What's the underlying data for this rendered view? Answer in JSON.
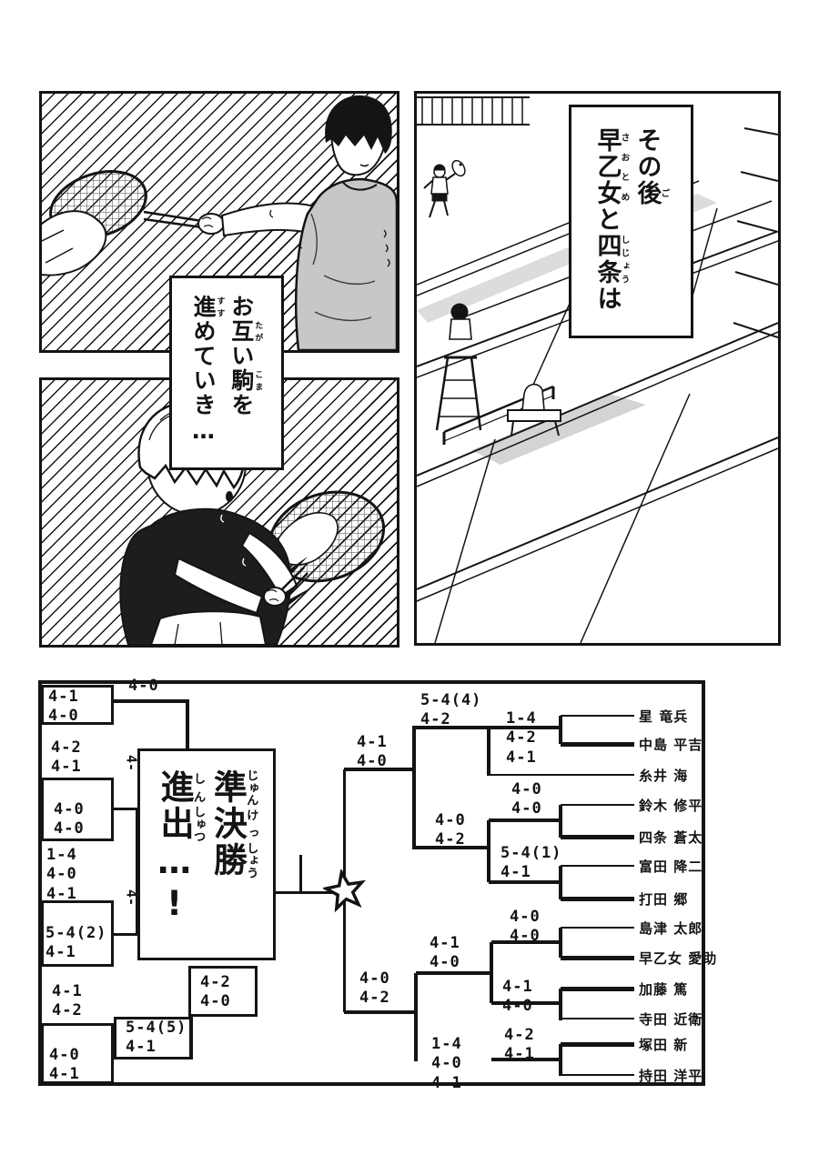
{
  "page": {
    "type": "manga-page",
    "colors": {
      "paper": "#ffffff",
      "ink": "#141414",
      "shirt_gray": "#c7c7c7",
      "dark_shirt": "#1d1d1d",
      "tone_gray": "#d9d9d9"
    }
  },
  "narration_boxes": [
    {
      "id": "after-that",
      "lines": [
        [
          {
            "t": "その"
          },
          {
            "t": "後",
            "r": "ご"
          }
        ],
        [
          {
            "t": "早乙女",
            "r": "さおとめ"
          },
          {
            "t": "と"
          },
          {
            "t": "四条",
            "r": "しじょう"
          },
          {
            "t": "は"
          }
        ]
      ]
    },
    {
      "id": "mutual-advance",
      "lines": [
        [
          {
            "t": "お"
          },
          {
            "t": "互",
            "r": "たが"
          },
          {
            "t": "い"
          },
          {
            "t": "駒",
            "r": "こま"
          },
          {
            "t": "を"
          }
        ],
        [
          {
            "t": "進",
            "r": "すす"
          },
          {
            "t": "めていき…"
          }
        ]
      ]
    },
    {
      "id": "semifinal-advance",
      "lines": [
        [
          {
            "t": "準",
            "r": "じゅん"
          },
          {
            "t": "決",
            "r": "けっ"
          },
          {
            "t": "勝",
            "r": "しょう"
          }
        ],
        [
          {
            "t": "進",
            "r": "しん"
          },
          {
            "t": "出",
            "r": "しゅつ"
          },
          {
            "t": "…!"
          }
        ]
      ]
    }
  ],
  "bracket": {
    "players": [
      {
        "label": "星 竜兵",
        "advance": false
      },
      {
        "label": "中島 平吉",
        "advance": true
      },
      {
        "label": "糸井 海",
        "advance": false
      },
      {
        "label": "鈴木 修平",
        "advance": false
      },
      {
        "label": "四条 蒼太",
        "advance": true
      },
      {
        "label": "富田 降二",
        "advance": false
      },
      {
        "label": "打田 郷",
        "advance": true
      },
      {
        "label": "島津 太郎",
        "advance": false
      },
      {
        "label": "早乙女 愛助",
        "advance": true
      },
      {
        "label": "加藤 篤",
        "advance": true
      },
      {
        "label": "寺田 近衛",
        "advance": false
      },
      {
        "label": "塚田 新",
        "advance": true
      },
      {
        "label": "持田 洋平",
        "advance": false
      }
    ],
    "scores_left": [
      "4-1\n4-0",
      "4-0",
      "4-2\n4-1",
      "4-0\n4-0",
      "1-4\n4-0\n4-1",
      "5-4(2)\n4-1",
      "4-1\n4-2",
      "4-0\n4-1",
      "5-4(5)\n4-1",
      "4-2\n4-0"
    ],
    "scores_middle": [
      "5-4(4)\n4-2",
      "1-4\n4-2\n4-1",
      "4-1\n4-0",
      "4-0\n4-0",
      "4-0\n4-2",
      "5-4(1)\n4-1",
      "4-0\n4-0",
      "4-1\n4-0",
      "4-0\n4-2",
      "4-1\n4-0",
      "4-2\n4-1",
      "1-4\n4-0\n4-1"
    ],
    "scores_partial": [
      "1-4\n4-",
      "4-\n4-"
    ],
    "star_icon": "champion-star"
  }
}
